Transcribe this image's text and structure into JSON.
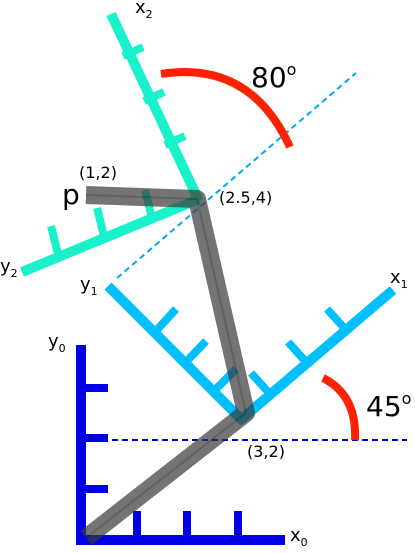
{
  "frames": {
    "frame0": {
      "x_label": "x",
      "x_sub": "0",
      "y_label": "y",
      "y_sub": "0",
      "color": "#0000e6"
    },
    "frame1": {
      "x_label": "x",
      "x_sub": "1",
      "y_label": "y",
      "y_sub": "1",
      "color": "#00bfff",
      "angle_text": "45",
      "angle_unit": "o"
    },
    "frame2": {
      "x_label": "x",
      "x_sub": "2",
      "y_label": "y",
      "y_sub": "2",
      "color": "#19f0cc",
      "angle_text": "80",
      "angle_unit": "o"
    }
  },
  "points": {
    "p_label": "p",
    "p_coord": "(1,2)",
    "joint2_coord": "(2.5,4)",
    "joint1_coord": "(3,2)"
  },
  "colors": {
    "arc": "#ff2200",
    "link": "#333333",
    "dash_frame0": "#0000cc",
    "dash_frame2": "#00aaee"
  }
}
